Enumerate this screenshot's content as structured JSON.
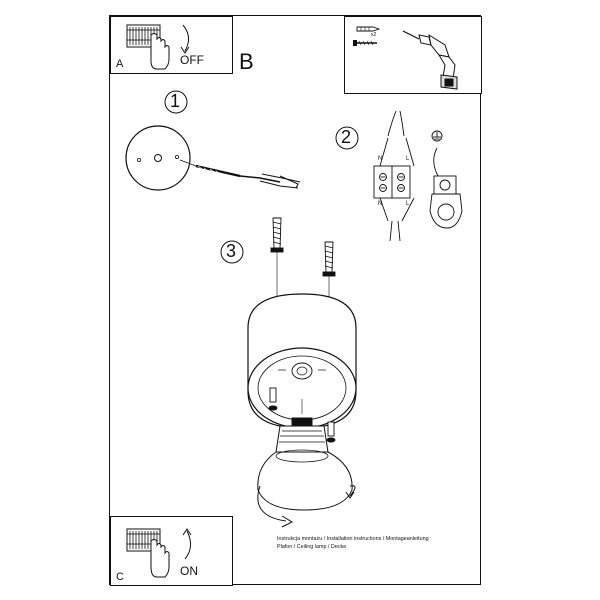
{
  "panels": {
    "a": {
      "letter": "A",
      "switch_label": "OFF"
    },
    "b": {
      "letter": "B"
    },
    "c": {
      "letter": "C",
      "switch_label": "ON"
    }
  },
  "steps": [
    "1",
    "2",
    "3"
  ],
  "tool_panel": {
    "anchor_count": "x2"
  },
  "wiring": {
    "terminal_left": "N",
    "terminal_right": "L",
    "ground_symbol": "earth-icon"
  },
  "caption": {
    "line1": "Instrukcja montażu / Installation instructions / Montageanleitung",
    "line2": "Plafon / Ceiling lamp / Decke"
  }
}
